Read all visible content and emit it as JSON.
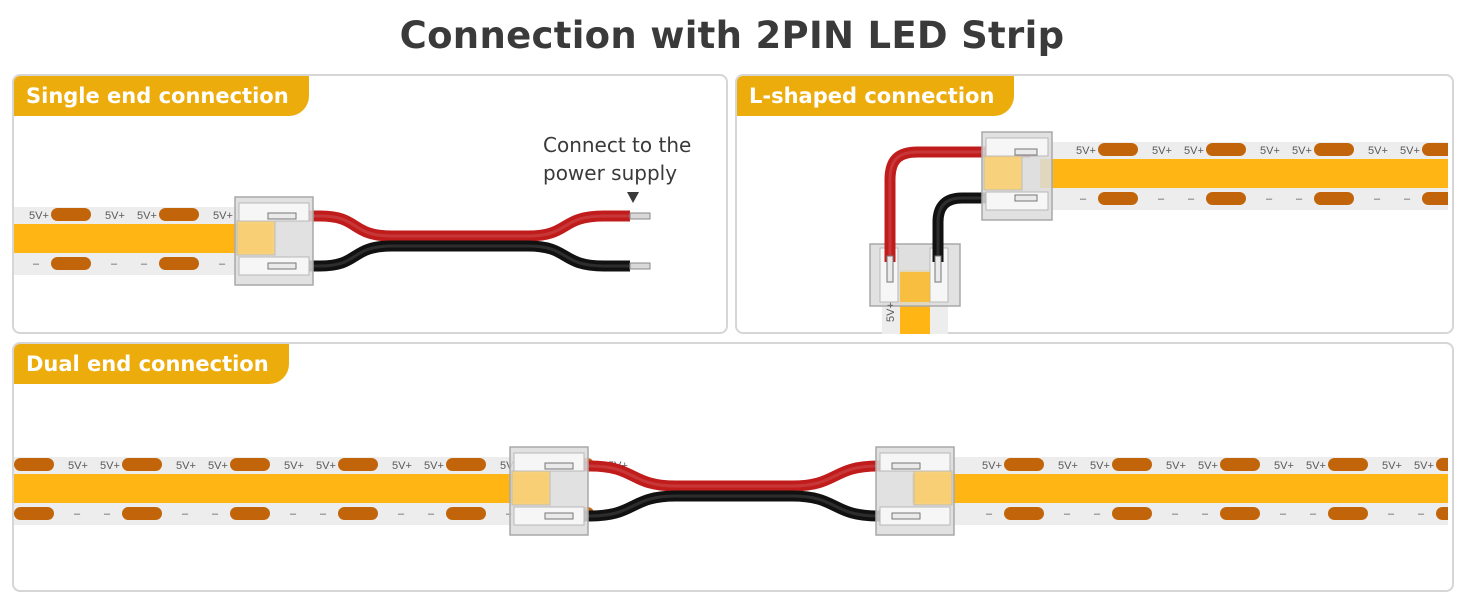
{
  "title": "Connection with 2PIN LED Strip",
  "panels": {
    "single": {
      "label": "Single end connection",
      "note_line1": "Connect to the",
      "note_line2": "power supply"
    },
    "lshape": {
      "label": "L-shaped connection"
    },
    "dual": {
      "label": "Dual end connection"
    }
  },
  "strip_marking": "5V+",
  "colors": {
    "accent": "#ecac0c",
    "strip_glow": "#ffb514",
    "pad": "#c2650a",
    "positive_wire": "#c11c1c",
    "negative_wire": "#111111"
  },
  "icons": {
    "pointer": "triangle-down-icon"
  }
}
